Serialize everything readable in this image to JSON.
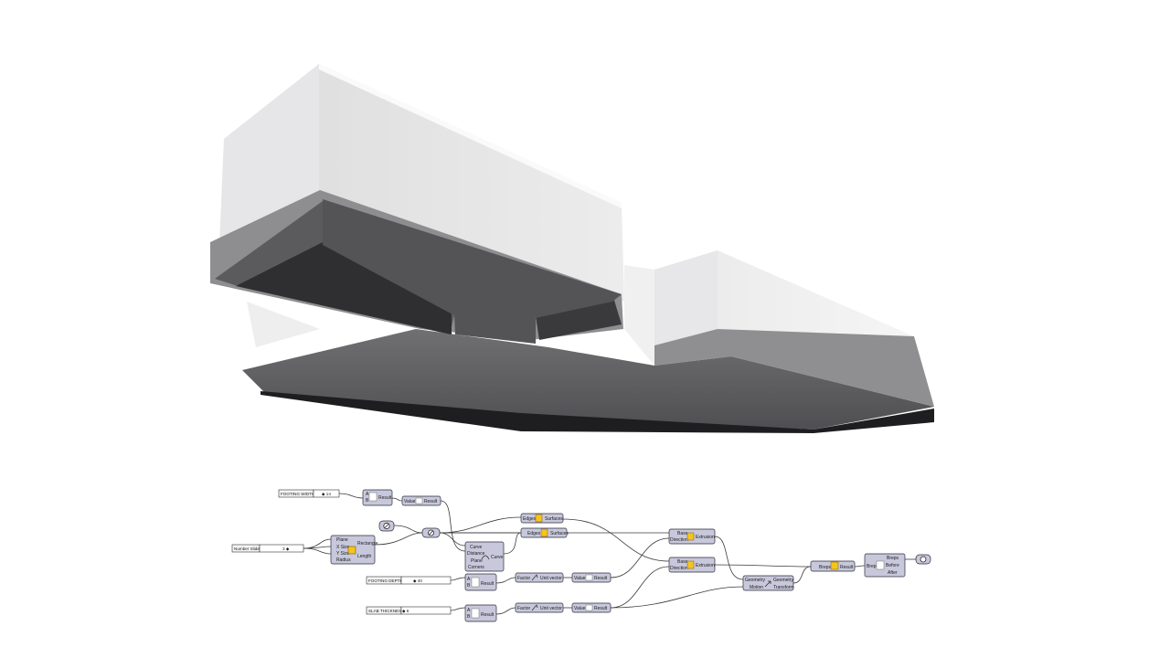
{
  "sliders": {
    "footing_width": {
      "label": "FOOTING WIDTH",
      "value": "◆ 14"
    },
    "number_slider": {
      "label": "Number Slider",
      "value": "3  ◆"
    },
    "footing_depth": {
      "label": "FOOTING DEPTH",
      "value": "◆ 40"
    },
    "slab_thickness": {
      "label": "SLAB THICKNESS",
      "value": "◆ 6"
    }
  },
  "components": {
    "divide1": {
      "in": [
        "A",
        "B"
      ],
      "out": "Result"
    },
    "negative1": {
      "in": "Value",
      "out": "Result"
    },
    "rectangle": {
      "in": [
        "Plane",
        "X Size",
        "Y Size",
        "Radius"
      ],
      "out": [
        "Rectangle",
        "Length"
      ]
    },
    "boundary1": {
      "in": "Edges",
      "out": "Surfaces"
    },
    "boundary2": {
      "in": "Edges",
      "out": "Surfaces"
    },
    "offset": {
      "in": [
        "Curve",
        "Distance",
        "Plane",
        "Corners"
      ],
      "out": "Curve"
    },
    "extrude1": {
      "in": [
        "Base",
        "Direction"
      ],
      "out": "Extrusion"
    },
    "extrude2": {
      "in": [
        "Base",
        "Direction"
      ],
      "out": "Extrusion"
    },
    "divide2": {
      "in": [
        "A",
        "B"
      ],
      "out": "Result"
    },
    "amplitude1": {
      "in": "Factor",
      "out": "Unit vector"
    },
    "negative2": {
      "in": "Value",
      "out": "Result"
    },
    "divide3": {
      "in": [
        "A",
        "B"
      ],
      "out": "Result"
    },
    "amplitude2": {
      "in": "Factor",
      "out": "Unit vector"
    },
    "negative3": {
      "in": "Value",
      "out": "Result"
    },
    "move": {
      "in": [
        "Geometry",
        "Motion"
      ],
      "out": [
        "Geometry",
        "Transform"
      ]
    },
    "merge": {
      "in": "Breps",
      "out": "Result"
    },
    "solid_union": {
      "in": "Brep",
      "out": [
        "Breps",
        "Before",
        "After"
      ]
    }
  },
  "colors": {
    "component_fill": "#c8c8dc",
    "component_stroke": "#2b2b3a",
    "icon_yellow": "#f4c51c",
    "wire": "#3a3a3a"
  }
}
